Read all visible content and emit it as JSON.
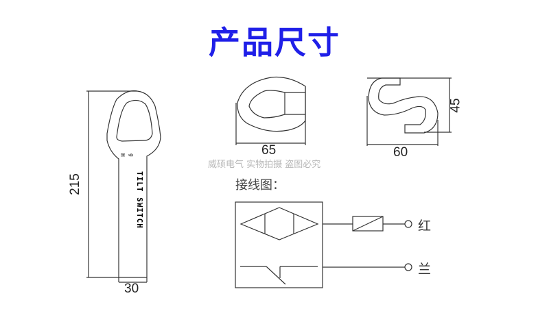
{
  "title": "产品尺寸",
  "dimensions": {
    "length": "215",
    "width_shaft": "30",
    "loop_width": "65",
    "s_hook_width": "60",
    "s_hook_height": "45"
  },
  "engraving": {
    "line1": "H",
    "line2": "g",
    "text": "TILT SWITCH"
  },
  "watermark": "威硕电气 实物拍摄 盗图必究",
  "wiring": {
    "label": "接线图：",
    "wire_red": "红",
    "wire_blue": "兰"
  }
}
